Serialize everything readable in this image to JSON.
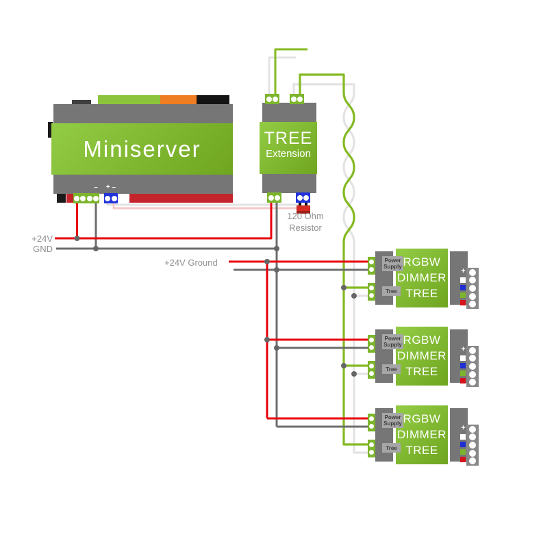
{
  "miniserver": {
    "name": "Miniserver",
    "output_minus_label": "–",
    "link_plus_minus_label": "+ –"
  },
  "tree_extension": {
    "name": "TREE",
    "subname": "Extension"
  },
  "resistor": {
    "label_line1": "120 Ohm",
    "label_line2": "Resistor"
  },
  "power_labels": {
    "plus24v": "+24V",
    "gnd": "GND",
    "plus24v_ground": "+24V Ground"
  },
  "dimmers": [
    {
      "power_supply": "Power Supply",
      "tree": "Tree",
      "name_line1": "RGBW",
      "name_line2": "DIMMER",
      "name_line3": "TREE",
      "plus": "+"
    },
    {
      "power_supply": "Power Supply",
      "tree": "Tree",
      "name_line1": "RGBW",
      "name_line2": "DIMMER",
      "name_line3": "TREE",
      "plus": "+"
    },
    {
      "power_supply": "Power Supply",
      "tree": "Tree",
      "name_line1": "RGBW",
      "name_line2": "DIMMER",
      "name_line3": "TREE",
      "plus": "+"
    }
  ],
  "colors": {
    "loxone_green": "#7cb52c",
    "green_gradient_start": "#93cc45",
    "green_gradient_end": "#6fa51f",
    "device_gray": "#767676",
    "wire_red": "#e8000b",
    "wire_gray": "#6d6d6d",
    "wire_green": "#84b921",
    "wire_white": "#e3e3e3",
    "link_pink": "#f4c8c8",
    "connector_blue": "#2233d9",
    "strip_orange": "#ef7d22",
    "strip_red": "#c4242c",
    "resistor_red": "#d42a22",
    "junction_dot": "#666666"
  }
}
